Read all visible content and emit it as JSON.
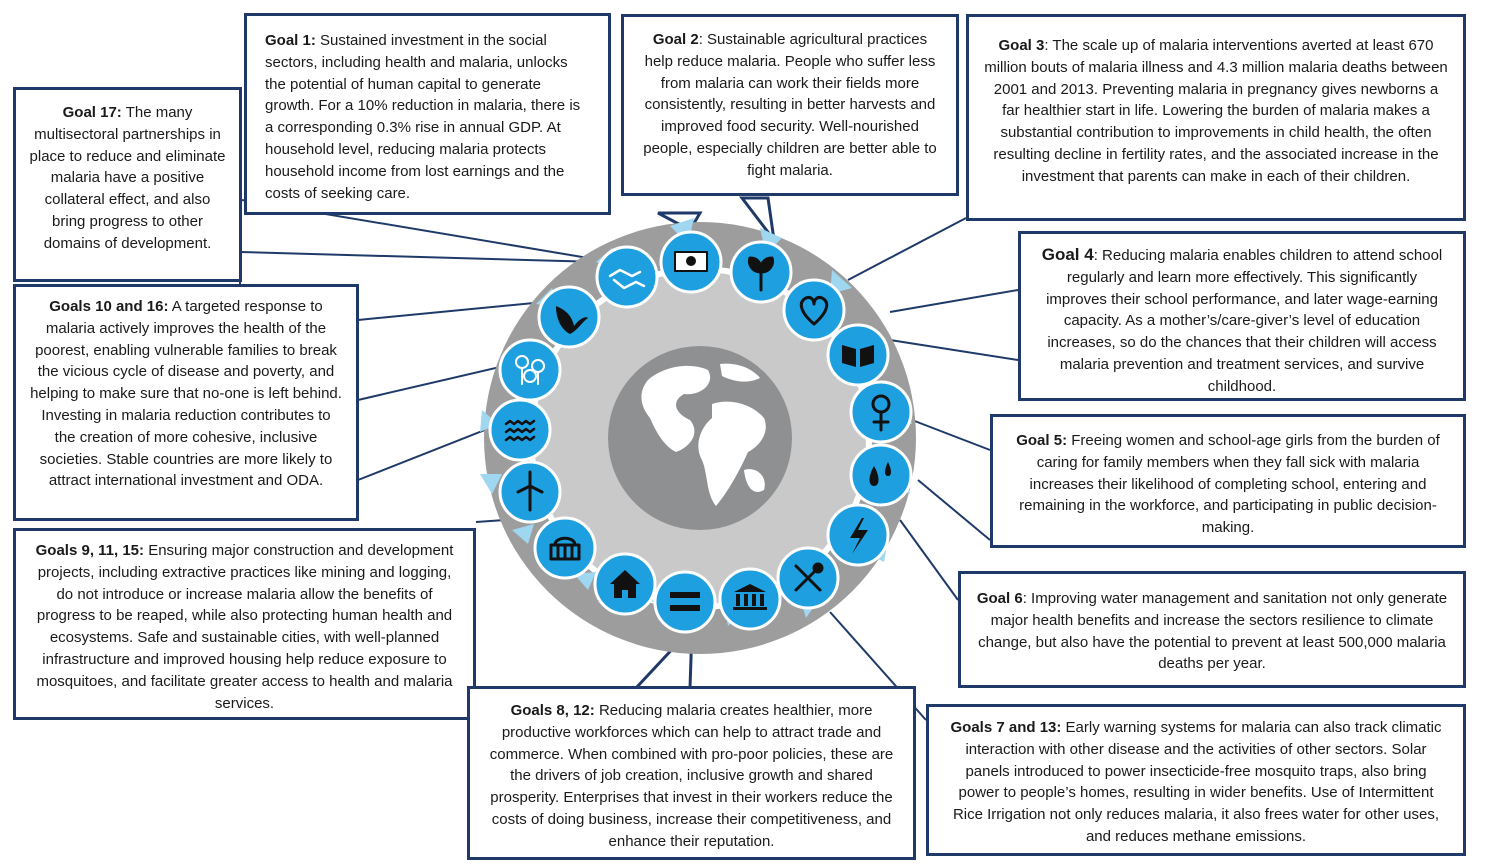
{
  "colors": {
    "box_border": "#1f3a68",
    "ring_gray": "#9d9d9d",
    "inner_gray": "#c9c9c9",
    "icon_blue": "#1e9fe0",
    "globe_gray": "#8f9092",
    "connector": "#1f3a68"
  },
  "icons": [
    {
      "name": "money-icon"
    },
    {
      "name": "sprout-icon"
    },
    {
      "name": "heart-icon"
    },
    {
      "name": "book-icon"
    },
    {
      "name": "female-symbol-icon"
    },
    {
      "name": "water-drop-icon"
    },
    {
      "name": "lightning-icon"
    },
    {
      "name": "tools-icon"
    },
    {
      "name": "bank-building-icon"
    },
    {
      "name": "equals-icon"
    },
    {
      "name": "house-icon"
    },
    {
      "name": "basket-icon"
    },
    {
      "name": "wind-turbine-icon"
    },
    {
      "name": "waves-icon"
    },
    {
      "name": "trees-icon"
    },
    {
      "name": "dove-icon"
    },
    {
      "name": "handshake-icon"
    }
  ],
  "center_icon": "globe-icon",
  "goals": {
    "g1": {
      "title": "Goal 1:",
      "text": " Sustained investment in the social sectors, including health and malaria, unlocks the potential of human capital to generate growth. For a 10% reduction in malaria, there is a corresponding 0.3% rise in annual GDP. At household level, reducing malaria protects household income from lost earnings and the costs of seeking care."
    },
    "g2": {
      "title": "Goal 2",
      "text": ": Sustainable agricultural practices help reduce malaria. People who suffer less from malaria can work their fields more consistently, resulting in better harvests and improved food security. Well-nourished people, especially children are better able to fight malaria."
    },
    "g3": {
      "title": "Goal 3",
      "text": ": The scale up of malaria interventions averted at least 670 million bouts of malaria illness and 4.3 million malaria deaths between 2001 and 2013. Preventing malaria in pregnancy gives newborns a far healthier start in life. Lowering the burden of malaria makes a substantial contribution to improvements in child health, the often resulting decline in fertility rates, and the associated increase in the investment that parents can make in each of their children."
    },
    "g4": {
      "title": "Goal 4",
      "text": ": Reducing malaria enables children to attend school regularly and learn more effectively. This significantly improves their school performance, and later wage-earning capacity. As a mother’s/care-giver’s level of education increases, so do the chances that their children will access malaria prevention and treatment services, and survive childhood."
    },
    "g5": {
      "title": "Goal 5:",
      "text": " Freeing women and school-age girls from the burden of caring for family members when they fall sick with malaria increases their likelihood of completing school, entering and remaining in the workforce, and participating in public decision-making."
    },
    "g6": {
      "title": "Goal 6",
      "text": ": Improving water management and sanitation not only generate major health benefits and increase the sectors resilience to climate change,  but also have the potential to prevent at least 500,000 malaria deaths per year."
    },
    "g713": {
      "title": "Goals 7 and 13:",
      "text": " Early warning systems for malaria can also track climatic interaction with other disease and the activities of other sectors. Solar panels introduced to power insecticide-free mosquito traps, also bring power to people’s homes, resulting in wider benefits. Use of Intermittent Rice Irrigation not only reduces malaria, it also frees water for other uses, and reduces methane emissions."
    },
    "g812": {
      "title": "Goals 8, 12:",
      "text": " Reducing malaria creates healthier, more productive workforces which can help to attract trade and commerce. When combined with pro-poor policies, these are the drivers of job creation, inclusive growth and shared prosperity. Enterprises that invest in their workers reduce the costs of doing business, increase their competitiveness, and enhance their reputation."
    },
    "g91115": {
      "title": "Goals 9, 11, 15:",
      "text": " Ensuring major construction and development projects, including extractive practices like mining and logging, do not introduce or increase malaria allow the benefits of progress to be reaped, while also protecting human health and ecosystems.  Safe and sustainable cities, with well-planned infrastructure and improved housing help reduce exposure to mosquitoes, and facilitate greater access to health and malaria services."
    },
    "g1016": {
      "title": "Goals 10 and 16:",
      "text": " A targeted response to malaria actively improves the health of the poorest, enabling vulnerable families to break the vicious cycle of disease and poverty, and helping to make sure that no-one is left behind. Investing in malaria reduction contributes to the creation of more cohesive, inclusive societies. Stable countries are more likely to attract international investment and ODA."
    },
    "g17": {
      "title": "Goal 17:",
      "text": " The many multisectoral partnerships in place to reduce and eliminate malaria have a positive collateral effect, and also bring progress to other domains of development."
    }
  }
}
